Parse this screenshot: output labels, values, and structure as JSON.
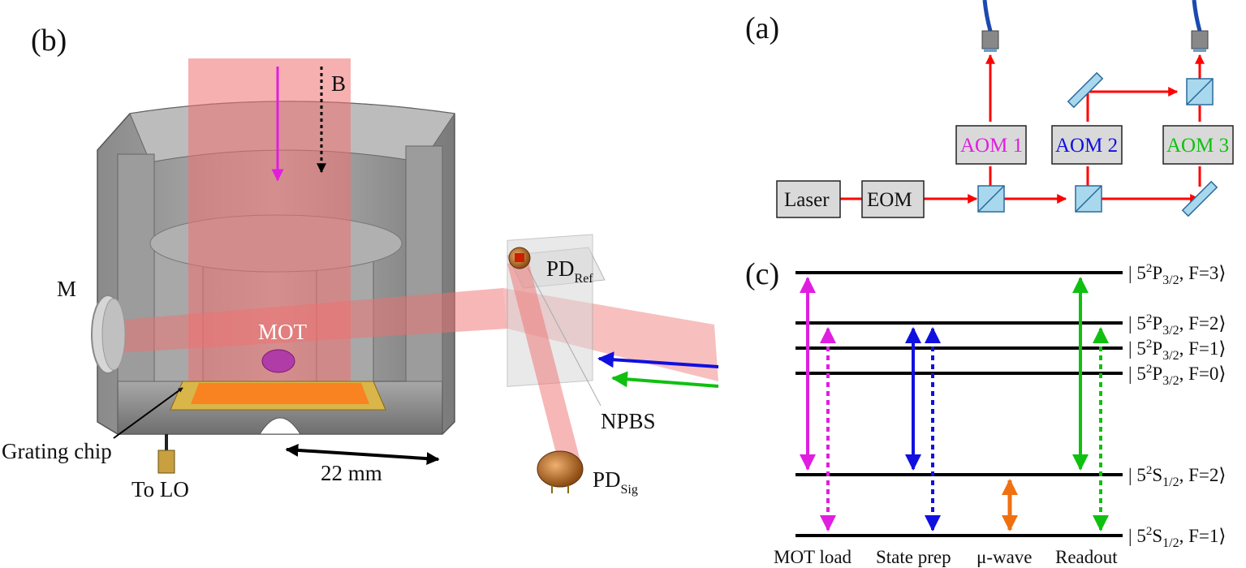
{
  "panel_b": {
    "label": "(b)",
    "b_field": "B",
    "mirror": "M",
    "mot": "MOT",
    "pd_ref": {
      "main": "PD",
      "sub": "Ref"
    },
    "pd_sig": {
      "main": "PD",
      "sub": "Sig"
    },
    "npbs": "NPBS",
    "grating": "Grating chip",
    "to_lo": "To LO",
    "scale": "22 mm"
  },
  "panel_a": {
    "label": "(a)",
    "laser": "Laser",
    "eom": "EOM",
    "aom1": "AOM 1",
    "aom2": "AOM 2",
    "aom3": "AOM 3",
    "colors": {
      "aom1": "#e01ee0",
      "aom2": "#1010e0",
      "aom3": "#10c010",
      "beam": "#ff0000",
      "optic": "#a8d8ee",
      "box": "#d9d9d9"
    }
  },
  "panel_c": {
    "label": "(c)",
    "levels": [
      {
        "pre": "| 5",
        "sup": "2",
        "term": "P",
        "sub": "3/2",
        "post": ", F=3⟩"
      },
      {
        "pre": "| 5",
        "sup": "2",
        "term": "P",
        "sub": "3/2",
        "post": ", F=2⟩"
      },
      {
        "pre": "| 5",
        "sup": "2",
        "term": "P",
        "sub": "3/2",
        "post": ", F=1⟩"
      },
      {
        "pre": "| 5",
        "sup": "2",
        "term": "P",
        "sub": "3/2",
        "post": ", F=0⟩"
      },
      {
        "pre": "| 5",
        "sup": "2",
        "term": "S",
        "sub": "1/2",
        "post": ", F=2⟩"
      },
      {
        "pre": "| 5",
        "sup": "2",
        "term": "S",
        "sub": "1/2",
        "post": ", F=1⟩"
      }
    ],
    "columns": [
      "MOT load",
      "State prep",
      "μ-wave",
      "Readout"
    ],
    "colors": {
      "mot": "#e01ee0",
      "prep": "#1010e0",
      "mwave": "#f07010",
      "readout": "#10c010"
    }
  }
}
